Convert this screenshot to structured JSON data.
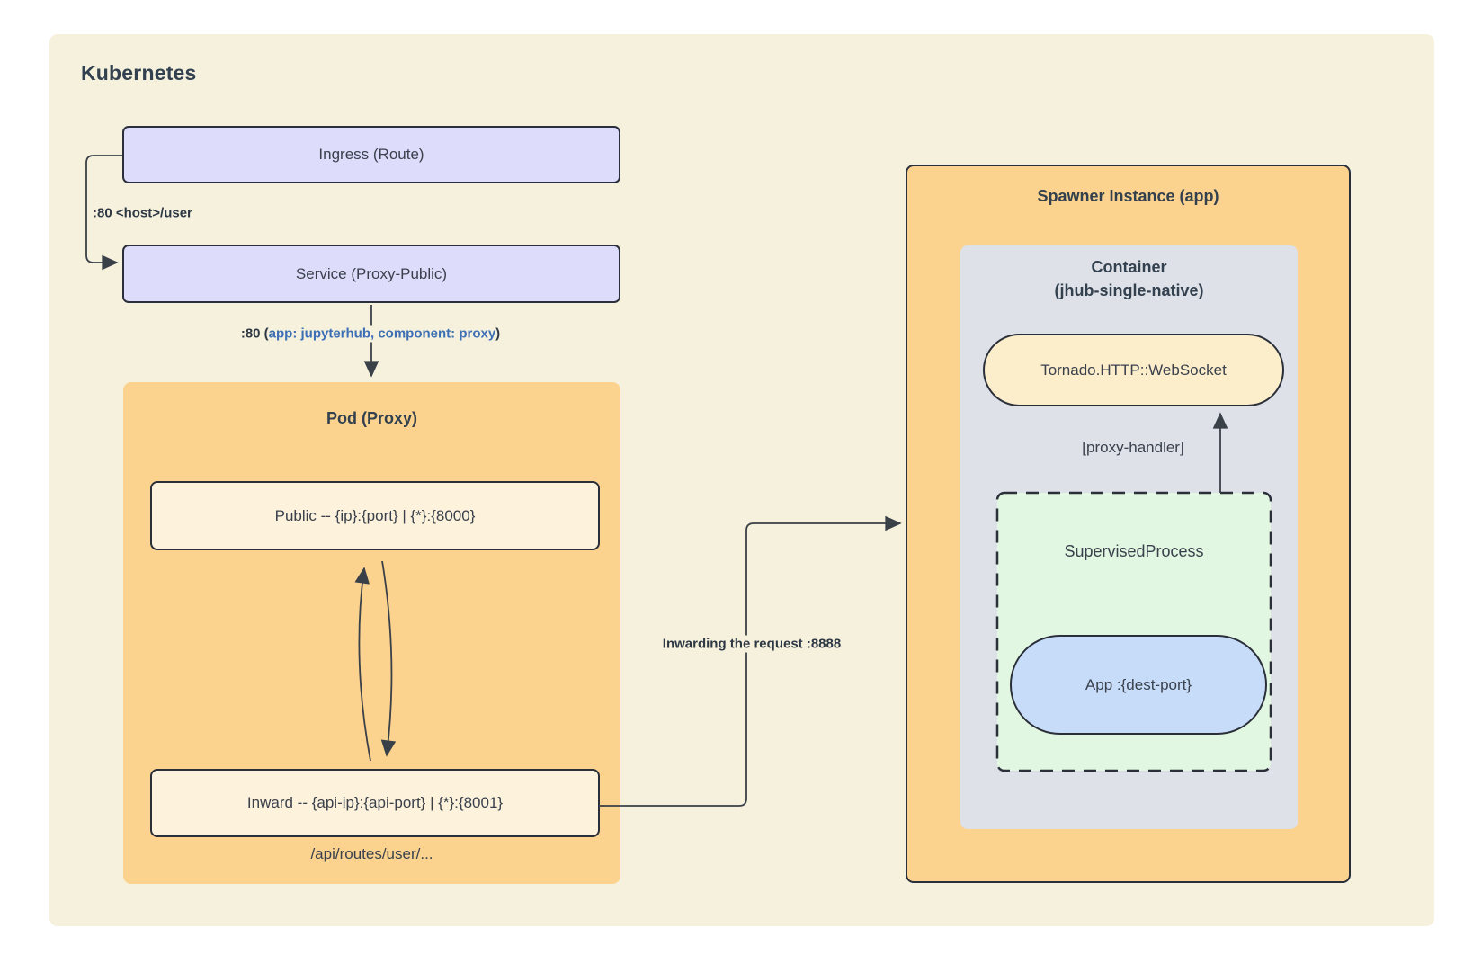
{
  "panel": {
    "title": "Kubernetes"
  },
  "nodes": {
    "ingress": {
      "label": "Ingress (Route)"
    },
    "service": {
      "label": "Service (Proxy-Public)"
    },
    "pod": {
      "title": "Pod (Proxy)",
      "public_endpoint": "Public -- {ip}:{port} | {*}:{8000}",
      "inward_endpoint": "Inward -- {api-ip}:{api-port} | {*}:{8001}",
      "routes_note": "/api/routes/user/..."
    },
    "spawner": {
      "title": "Spawner Instance (app)",
      "container_name": "Container",
      "container_subtitle": "(jhub-single-native)",
      "websocket_label": "Tornado.HTTP::WebSocket",
      "supervised_process_label": "SupervisedProcess",
      "app_label": "App :{dest-port}"
    }
  },
  "edges": {
    "ingress_to_service_label": ":80 <host>/user",
    "service_to_pod_label_prefix": ":80 (",
    "service_to_pod_label_selector": "app: jupyterhub, component: proxy",
    "service_to_pod_label_suffix": ")",
    "proxy_handler_label": "[proxy-handler]",
    "inward_to_spawner_label": "Inwarding the request :8888"
  },
  "colors": {
    "canvas_bg": "#ffffff",
    "panel_bg": "#f5f1dd",
    "lavender_node": "#dedcfb",
    "orange_group": "#fbd38e",
    "cream_node": "#fdf3dc",
    "websocket_pill": "#fcedcb",
    "container_gray": "#dee1e8",
    "supervised_green": "#e1f7e1",
    "app_blue": "#c7dcf8",
    "border_stroke": "#2a2f3a",
    "connector_line": "#3a4048",
    "text_dark": "#3a414d",
    "label_blue": "#3d6fb5"
  }
}
